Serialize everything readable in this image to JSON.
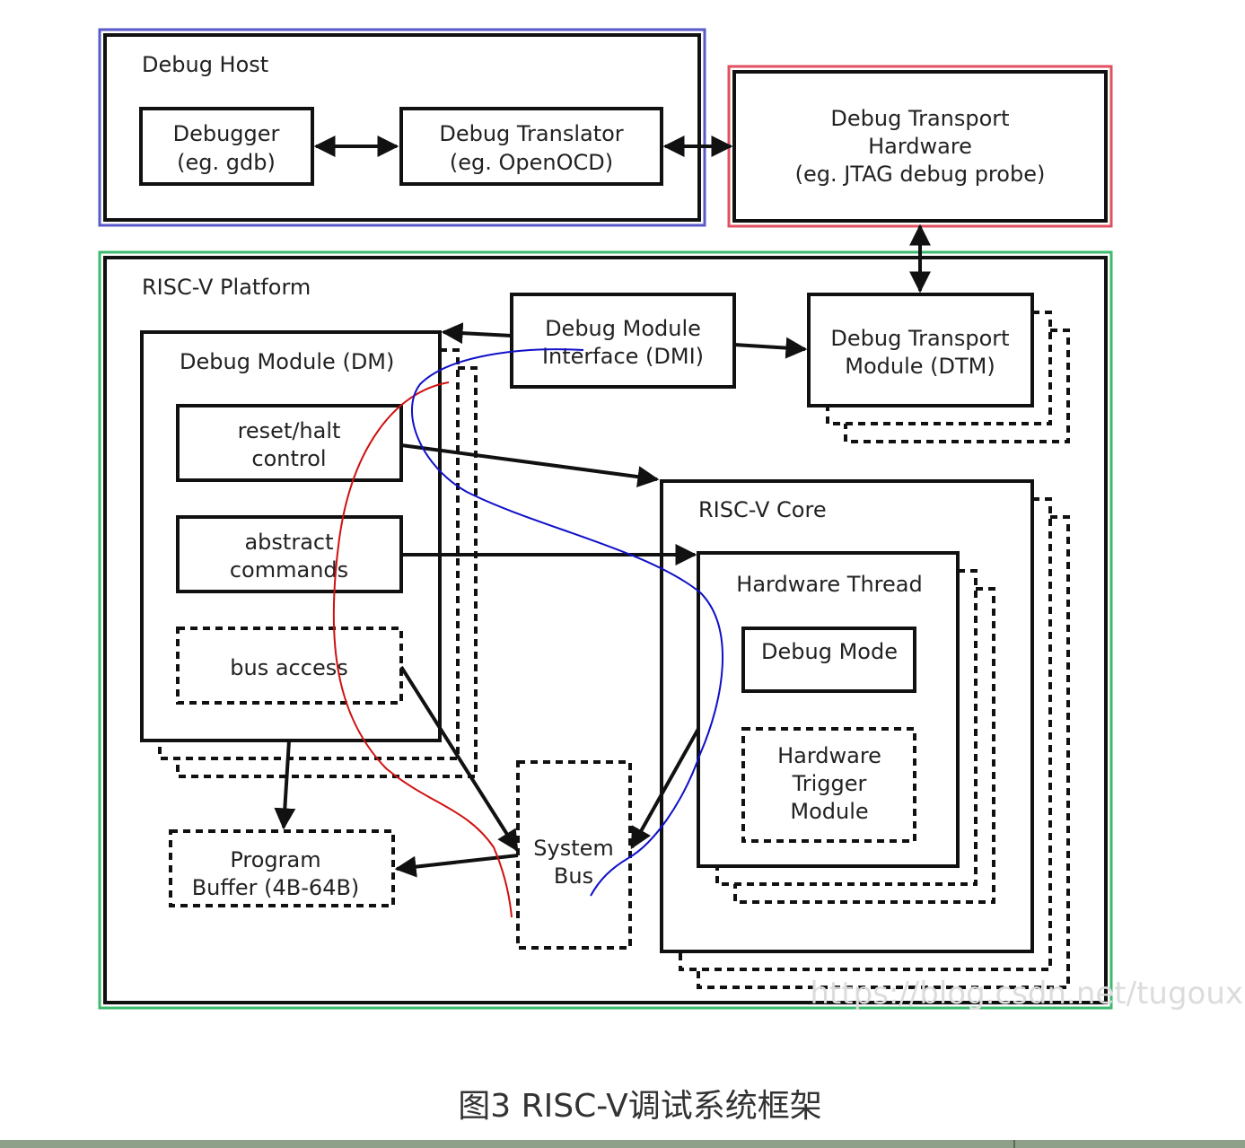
{
  "debug_host": {
    "title": "Debug Host"
  },
  "debugger": {
    "line1": "Debugger",
    "line2": "(eg. gdb)"
  },
  "translator": {
    "line1": "Debug Translator",
    "line2": "(eg. OpenOCD)"
  },
  "transport_hw": {
    "line1": "Debug Transport",
    "line2": "Hardware",
    "line3": "(eg. JTAG debug probe)"
  },
  "platform": {
    "title": "RISC-V Platform"
  },
  "dmi": {
    "line1": "Debug Module",
    "line2": "Interface (DMI)"
  },
  "dtm": {
    "line1": "Debug Transport",
    "line2": "Module (DTM)"
  },
  "dm": {
    "title": "Debug Module (DM)"
  },
  "reset_halt": {
    "line1": "reset/halt",
    "line2": "control"
  },
  "abstract_cmds": {
    "line1": "abstract",
    "line2": "commands"
  },
  "bus_access": {
    "label": "bus access"
  },
  "core": {
    "title": "RISC-V Core"
  },
  "hart": {
    "title": "Hardware Thread"
  },
  "debug_mode": {
    "label": "Debug Mode"
  },
  "trigger": {
    "line1": "Hardware",
    "line2": "Trigger",
    "line3": "Module"
  },
  "sysbus": {
    "line1": "System",
    "line2": "Bus"
  },
  "progbuf": {
    "line1": "Program",
    "line2": "Buffer (4B-64B)"
  },
  "watermark": "https://blog.csdn.net/tugoux",
  "caption": "图3 RISC-V调试系统框架",
  "colors": {
    "host_border": "#5a5ac8",
    "transport_border": "#e05060",
    "platform_border": "#3cba6e",
    "annotation_red": "#d01010",
    "annotation_blue": "#1010c8",
    "footer_bar": "#8fa08a"
  }
}
